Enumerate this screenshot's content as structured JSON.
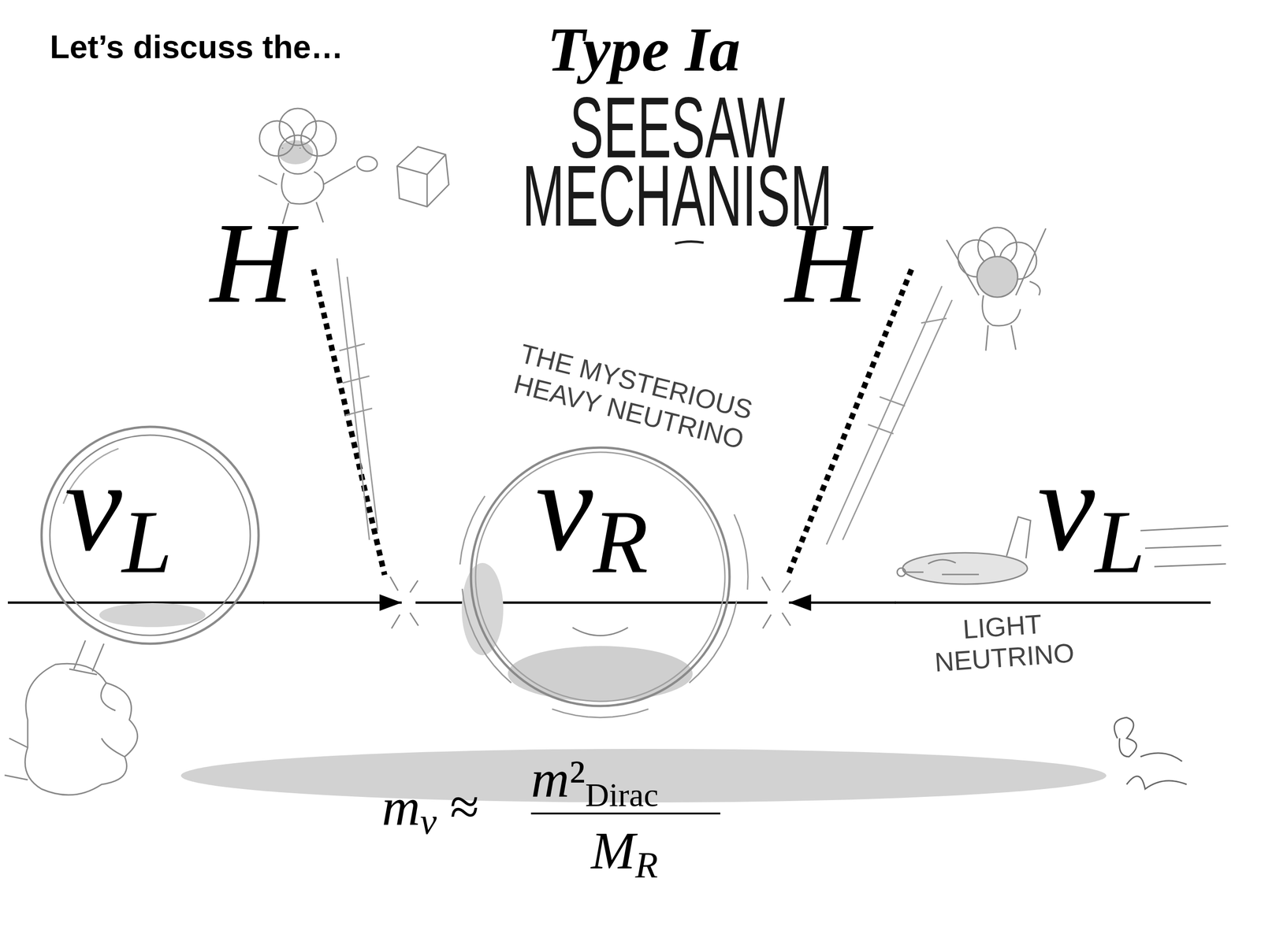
{
  "diagram": {
    "title": "SEESAW MECHANISM",
    "nodes": [
      {
        "text": [
          "νL"
        ]
      },
      {
        "text": [
          "THE MYSTERIOUS HEAVY NEUTRINO",
          "νR"
        ]
      },
      {
        "text": [
          "νL",
          "LIGHT NEUTRINO"
        ]
      }
    ],
    "edges": [
      {
        "from": 0,
        "to": 1,
        "arrow": "to"
      },
      {
        "from": 2,
        "to": 1,
        "arrow": "to"
      }
    ],
    "labels": [
      "Let’s discuss the…",
      "Type Ia",
      "H",
      "H",
      "mν ≈",
      "m²Dirac",
      "MR"
    ]
  }
}
